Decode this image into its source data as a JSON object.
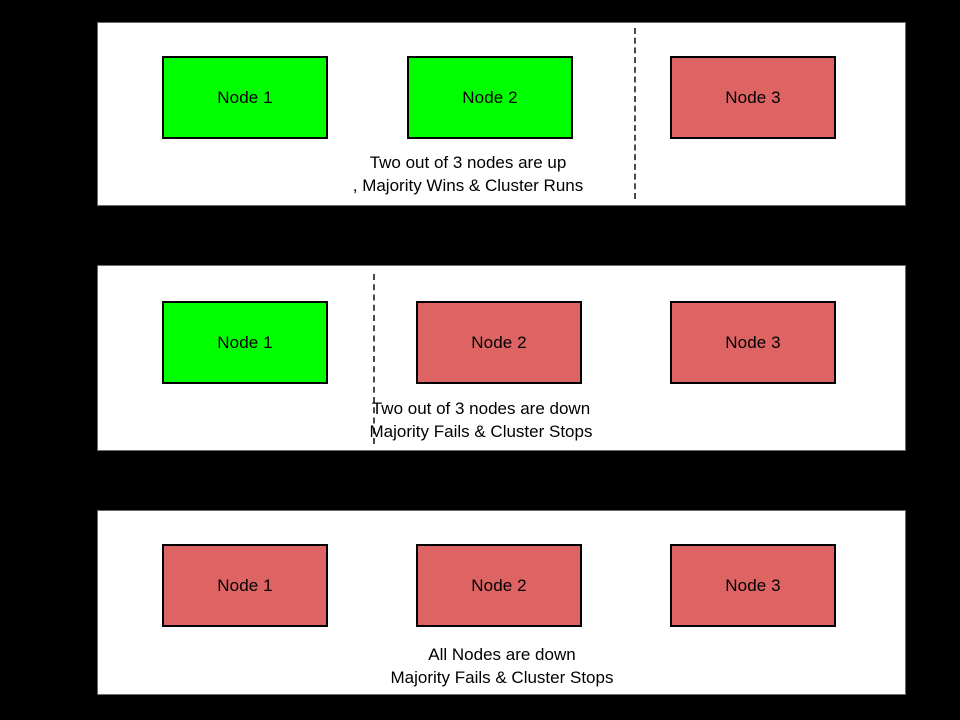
{
  "diagram": {
    "title": "Cluster quorum scenarios",
    "background_color": "#000000",
    "panel_background_color": "#ffffff",
    "colors": {
      "node_up": "#00ff00",
      "node_down": "#de6363",
      "border": "#000000",
      "divider": "#4a4a4a",
      "text": "#000000"
    },
    "panels": [
      {
        "id": "panel-1",
        "nodes": [
          {
            "label": "Node 1",
            "state": "up"
          },
          {
            "label": "Node 2",
            "state": "up"
          },
          {
            "label": "Node 3",
            "state": "down"
          }
        ],
        "divider": "after-node-2",
        "caption_lines": [
          "Two out of 3 nodes are up",
          ", Majority Wins & Cluster Runs"
        ]
      },
      {
        "id": "panel-2",
        "nodes": [
          {
            "label": "Node 1",
            "state": "up"
          },
          {
            "label": "Node 2",
            "state": "down"
          },
          {
            "label": "Node 3",
            "state": "down"
          }
        ],
        "divider": "after-node-1",
        "caption_lines": [
          "Two out of 3 nodes are down",
          "Majority Fails & Cluster Stops"
        ]
      },
      {
        "id": "panel-3",
        "nodes": [
          {
            "label": "Node 1",
            "state": "down"
          },
          {
            "label": "Node 2",
            "state": "down"
          },
          {
            "label": "Node 3",
            "state": "down"
          }
        ],
        "divider": "none",
        "caption_lines": [
          "All Nodes are down",
          "Majority Fails & Cluster Stops"
        ]
      }
    ]
  }
}
